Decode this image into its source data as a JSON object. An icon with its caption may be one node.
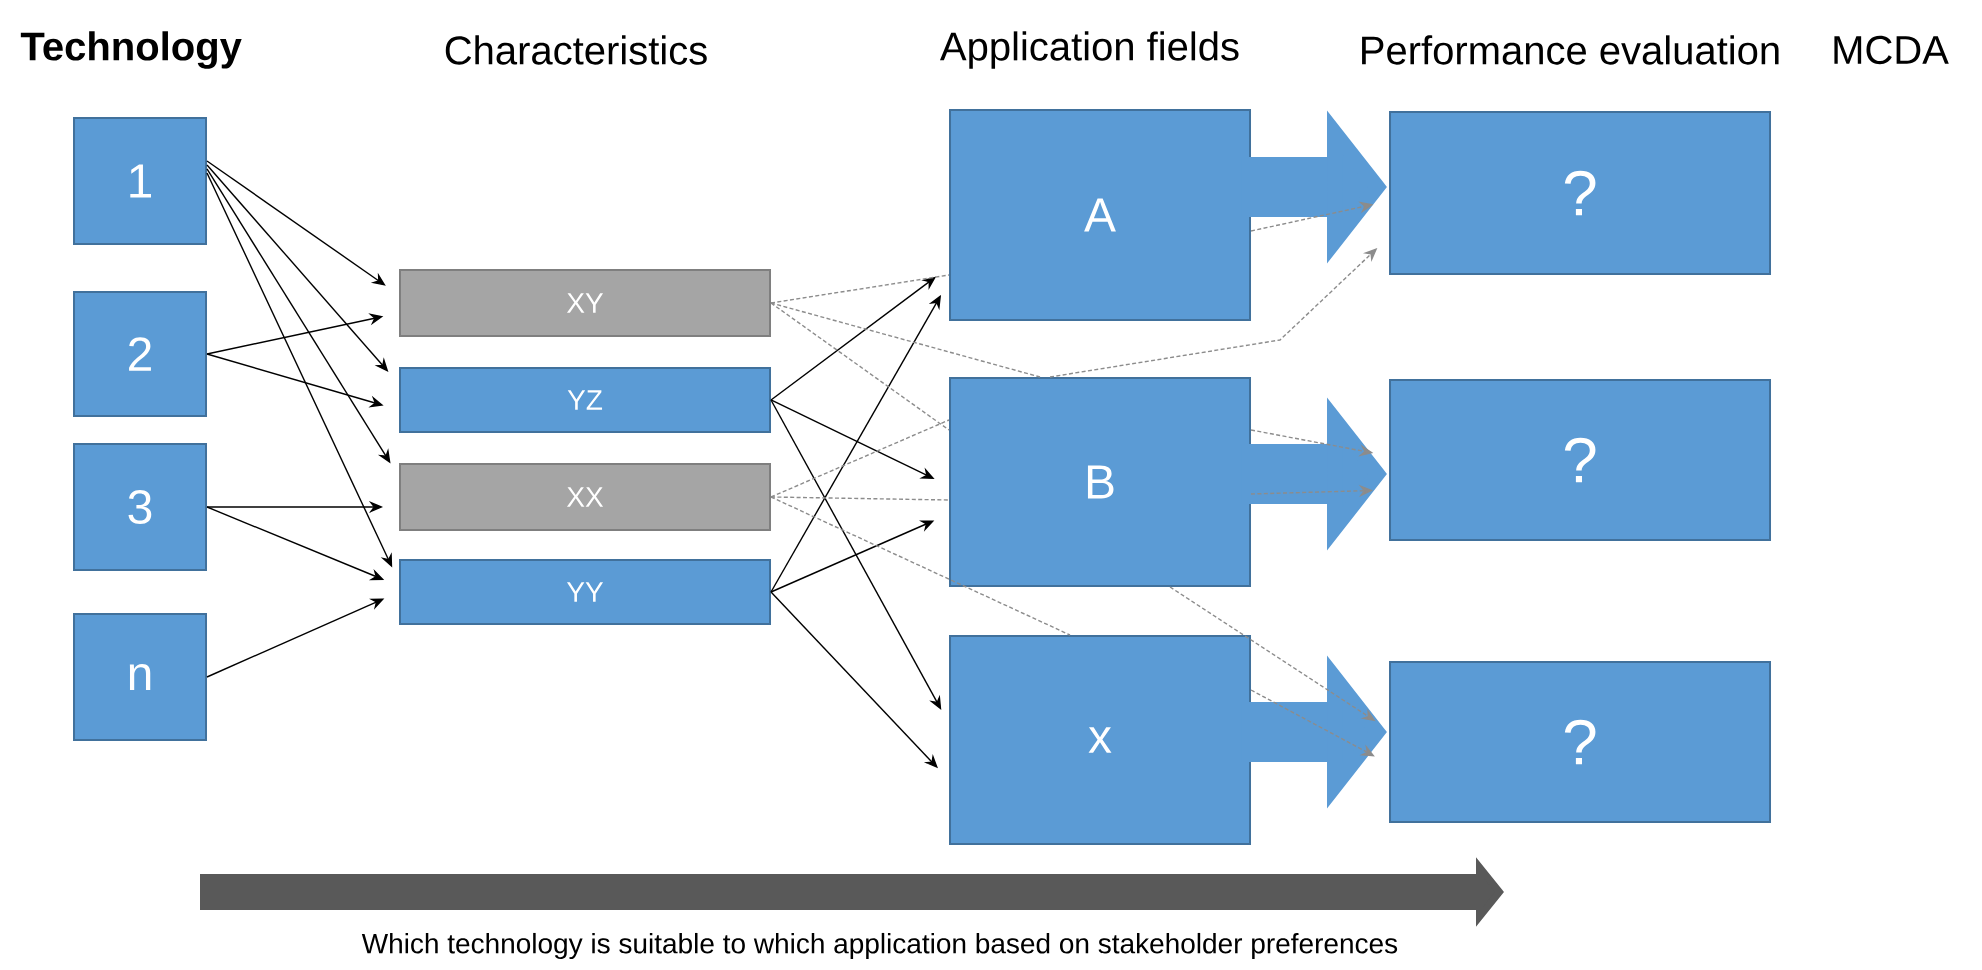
{
  "diagram": {
    "nodes": [
      {
        "text": [
          "1"
        ]
      },
      {
        "text": [
          "2"
        ]
      },
      {
        "text": [
          "3"
        ]
      },
      {
        "text": [
          "n"
        ]
      },
      {
        "text": [
          "XY"
        ]
      },
      {
        "text": [
          "YZ"
        ]
      },
      {
        "text": [
          "XX"
        ]
      },
      {
        "text": [
          "YY"
        ]
      },
      {
        "text": [
          "A"
        ]
      },
      {
        "text": [
          "B"
        ]
      },
      {
        "text": [
          "x"
        ]
      },
      {
        "text": [
          "?"
        ]
      },
      {
        "text": [
          "?"
        ]
      },
      {
        "text": [
          "?"
        ]
      }
    ],
    "edges": [
      {
        "from": 0,
        "to": 4,
        "arrow": "to"
      },
      {
        "from": 0,
        "to": 5,
        "arrow": "to"
      },
      {
        "from": 0,
        "to": 6,
        "arrow": "to"
      },
      {
        "from": 0,
        "to": 7,
        "arrow": "to"
      },
      {
        "from": 1,
        "to": 4,
        "arrow": "to"
      },
      {
        "from": 1,
        "to": 5,
        "arrow": "to"
      },
      {
        "from": 2,
        "to": 6,
        "arrow": "to"
      },
      {
        "from": 2,
        "to": 7,
        "arrow": "to"
      },
      {
        "from": 3,
        "to": 7,
        "arrow": "to"
      },
      {
        "from": 5,
        "to": 8,
        "arrow": "to"
      },
      {
        "from": 5,
        "to": 9,
        "arrow": "to"
      },
      {
        "from": 5,
        "to": 10,
        "arrow": "to"
      },
      {
        "from": 7,
        "to": 8,
        "arrow": "to"
      },
      {
        "from": 7,
        "to": 9,
        "arrow": "to"
      },
      {
        "from": 7,
        "to": 10,
        "arrow": "to"
      },
      {
        "from": 4,
        "to": 8,
        "arrow": "none",
        "style": "dashed",
        "color": "#8c8c8c"
      },
      {
        "from": 4,
        "to": 9,
        "arrow": "none",
        "style": "dashed",
        "color": "#8c8c8c"
      },
      {
        "from": 4,
        "to": 9,
        "arrow": "none",
        "style": "dashed",
        "color": "#8c8c8c"
      },
      {
        "from": 6,
        "to": 9,
        "arrow": "none",
        "style": "dashed",
        "color": "#8c8c8c"
      },
      {
        "from": 6,
        "to": 9,
        "arrow": "none",
        "style": "dashed",
        "color": "#8c8c8c"
      },
      {
        "from": 6,
        "to": 10,
        "arrow": "none",
        "style": "dashed",
        "color": "#8c8c8c"
      },
      {
        "from": 8,
        "to": 11,
        "arrow": "to",
        "style": "dashed",
        "color": "#8c8c8c"
      },
      {
        "from": 9,
        "to": 11,
        "arrow": "to",
        "style": "dashed",
        "color": "#8c8c8c"
      },
      {
        "from": 9,
        "to": 12,
        "arrow": "to",
        "style": "dashed",
        "color": "#8c8c8c"
      },
      {
        "from": 9,
        "to": 12,
        "arrow": "to",
        "style": "dashed",
        "color": "#8c8c8c"
      },
      {
        "from": 9,
        "to": 13,
        "arrow": "to",
        "style": "dashed",
        "color": "#8c8c8c"
      },
      {
        "from": 10,
        "to": 13,
        "arrow": "to",
        "style": "dashed",
        "color": "#8c8c8c"
      },
      {
        "from": 8,
        "to": 11,
        "arrow": "to",
        "style": "thick",
        "color": "#5b9bd5"
      },
      {
        "from": 9,
        "to": 12,
        "arrow": "to",
        "style": "thick",
        "color": "#5b9bd5"
      },
      {
        "from": 10,
        "to": 13,
        "arrow": "to",
        "style": "thick",
        "color": "#5b9bd5"
      }
    ],
    "labels": [
      "Technology",
      "Characteristics",
      "Application fields",
      "Performance evaluation",
      "MCDA",
      "Which technology is suitable to which application based on stakeholder preferences"
    ]
  }
}
